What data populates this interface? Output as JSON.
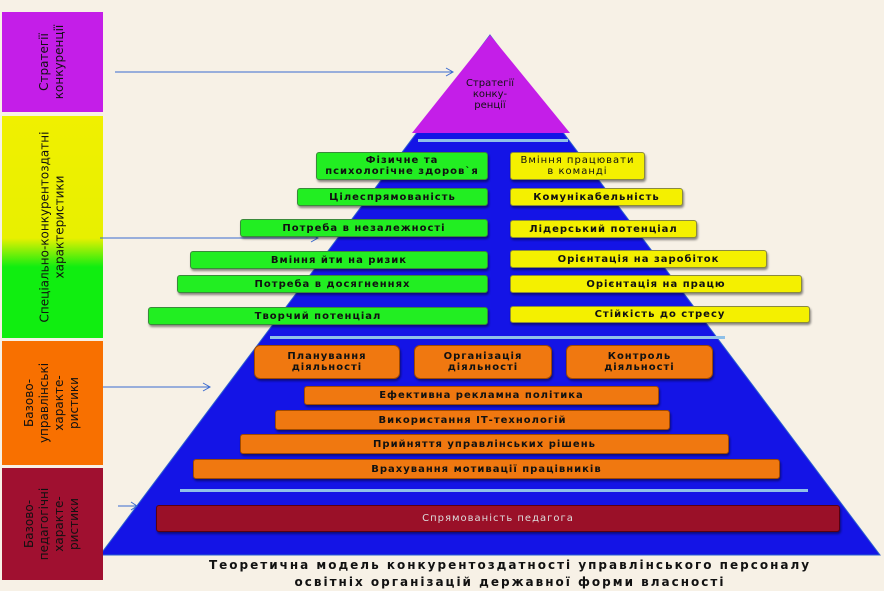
{
  "side_labels": [
    "Стратегії\nконкуренції",
    "Спеціально-конкурентоздатні\nхарактеристики",
    "Базово-\nуправлінські\nхаракте-\nристики",
    "Базово-\nпедагогічні\nхаракте-\nристики"
  ],
  "apex": "Стратегії\nконку-\nренції",
  "green": [
    "Фізичне та\nпсихологічне здоров`я",
    "Цілеспрямованість",
    "Потреба в незалежності",
    "Вміння йти на ризик",
    "Потреба в досягненнях",
    "Творчий потенціал"
  ],
  "yellow": [
    "Вміння працювати\nв команді",
    "Комунікабельність",
    "Лідерський потенціал",
    "Орієнтація на заробіток",
    "Орієнтація на працю",
    "Стійкість до стресу"
  ],
  "management_row": [
    "Планування\nдіяльності",
    "Організація\nдіяльності",
    "Контроль\nдіяльності"
  ],
  "management_bars": [
    "Ефективна рекламна політика",
    "Використання ІТ-технологій",
    "Прийняття управлінських рішень",
    "Врахування мотивації працівників"
  ],
  "pedagogical": "Спрямованість педагога",
  "caption": [
    "Теоретична модель конкурентоздатності управлінського персоналу",
    "освітніх організацій державної форми власності"
  ],
  "colors": {
    "pyramid": "#1010e0",
    "apex": "#c020e0",
    "green": "#22ee22",
    "yellow": "#f4f000",
    "orange": "#f07810",
    "red": "#9a1028"
  }
}
